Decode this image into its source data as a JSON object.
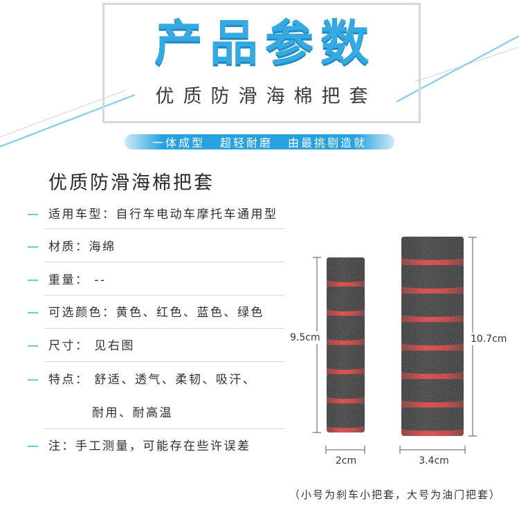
{
  "header": {
    "title": "产品参数",
    "subtitle": "优质防滑海棉把套"
  },
  "banner": {
    "phrases": [
      "一体成型",
      "超轻耐磨",
      "由最挑剔造就"
    ]
  },
  "specs": {
    "title": "优质防滑海棉把套",
    "items": [
      {
        "text": "适用车型：自行车电动车摩托车通用型"
      },
      {
        "text": "材质：海绵"
      },
      {
        "text": "重量： --"
      },
      {
        "text": "可选颜色：黄色、红色、蓝色、绿色"
      },
      {
        "text": "尺寸： 见右图"
      },
      {
        "text": "特点： 舒适、透气、柔韧、吸汗、",
        "continuation": "耐用、耐高温"
      },
      {
        "text": "注：手工测量，可能存在些许误差"
      }
    ]
  },
  "dimensions": {
    "small_grip": {
      "height": "9.5cm",
      "width": "2cm"
    },
    "large_grip": {
      "height": "10.7cm",
      "width": "3.4cm"
    }
  },
  "caption": "（小号为刹车小把套，大号为油门把套）",
  "colors": {
    "title": "#35a9e1",
    "banner": "#28a2df",
    "bullet": "#6fc2eb",
    "divider": "#d3d3d3",
    "foam_black": "#262626",
    "foam_red": "#dc261d"
  }
}
